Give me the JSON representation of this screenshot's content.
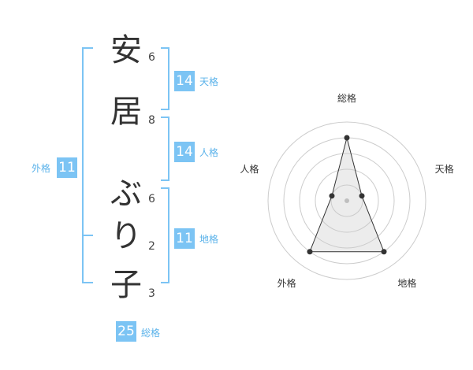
{
  "name": {
    "chars": [
      {
        "char": "安",
        "strokes": "6"
      },
      {
        "char": "居",
        "strokes": "8"
      },
      {
        "char": "ぶ",
        "strokes": "6"
      },
      {
        "char": "り",
        "strokes": "2"
      },
      {
        "char": "子",
        "strokes": "3"
      }
    ]
  },
  "fortune": {
    "tenkaku": {
      "value": "14",
      "label": "天格"
    },
    "jinkaku": {
      "value": "14",
      "label": "人格"
    },
    "chikaku": {
      "value": "11",
      "label": "地格"
    },
    "gaikaku": {
      "value": "11",
      "label": "外格"
    },
    "soukaku": {
      "value": "25",
      "label": "総格"
    }
  },
  "colors": {
    "accent": "#7cc4f4",
    "accent_text": "#5ab2ea",
    "grid": "#cccccc",
    "fill": "#eeeeee"
  },
  "chart_data": {
    "type": "radar",
    "axes": [
      "総格",
      "天格",
      "地格",
      "外格",
      "人格"
    ],
    "values": [
      4,
      1,
      4,
      4,
      1
    ],
    "max": 5,
    "rings": 5
  }
}
